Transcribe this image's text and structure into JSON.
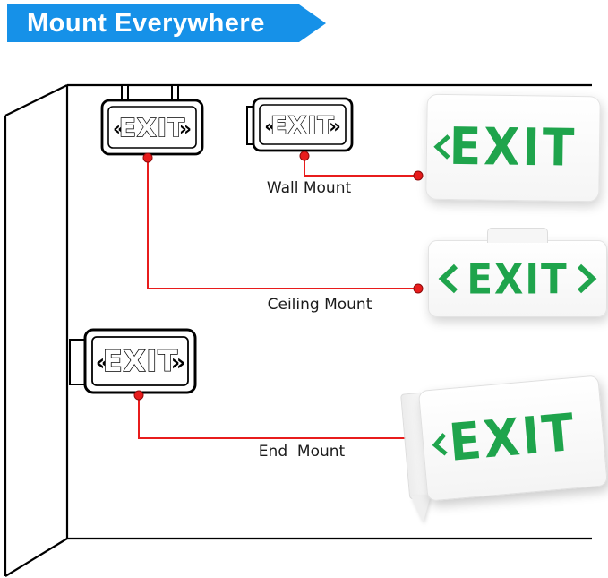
{
  "banner": {
    "title": "Mount Everywhere"
  },
  "diagram": {
    "signs": {
      "text": "EXIT",
      "chevron_left": "«",
      "chevron_right": "»"
    },
    "labels": {
      "wall_mount": "Wall Mount",
      "ceiling_mount": "Ceiling Mount",
      "end_mount": "End  Mount"
    }
  },
  "products": {
    "sign_text": "EXIT"
  },
  "colors": {
    "banner_blue": "#1691e8",
    "connector_red": "#e81c1c",
    "sign_green": "#1fa44c",
    "line_black": "#000000"
  }
}
